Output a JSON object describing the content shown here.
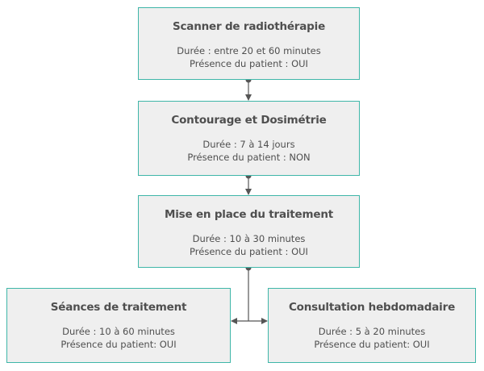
{
  "nodes": {
    "scanner": {
      "title": "Scanner de radiothérapie",
      "duration": "Durée : entre 20 et 60 minutes",
      "presence": "Présence du patient : OUI"
    },
    "contourage": {
      "title": "Contourage et Dosimétrie",
      "duration": "Durée : 7 à 14 jours",
      "presence": "Présence du patient : NON"
    },
    "mise_en_place": {
      "title": "Mise en place du traitement",
      "duration": "Durée : 10 à 30 minutes",
      "presence": "Présence du patient : OUI"
    },
    "seances": {
      "title": "Séances de traitement",
      "duration": "Durée : 10 à 60 minutes",
      "presence": "Présence du patient: OUI"
    },
    "consultation": {
      "title": "Consultation hebdomadaire",
      "duration": "Durée : 5 à 20 minutes",
      "presence": "Présence du patient: OUI"
    }
  },
  "colors": {
    "box_border": "#3fb6a8",
    "box_fill": "#efefef",
    "connector": "#555555"
  }
}
